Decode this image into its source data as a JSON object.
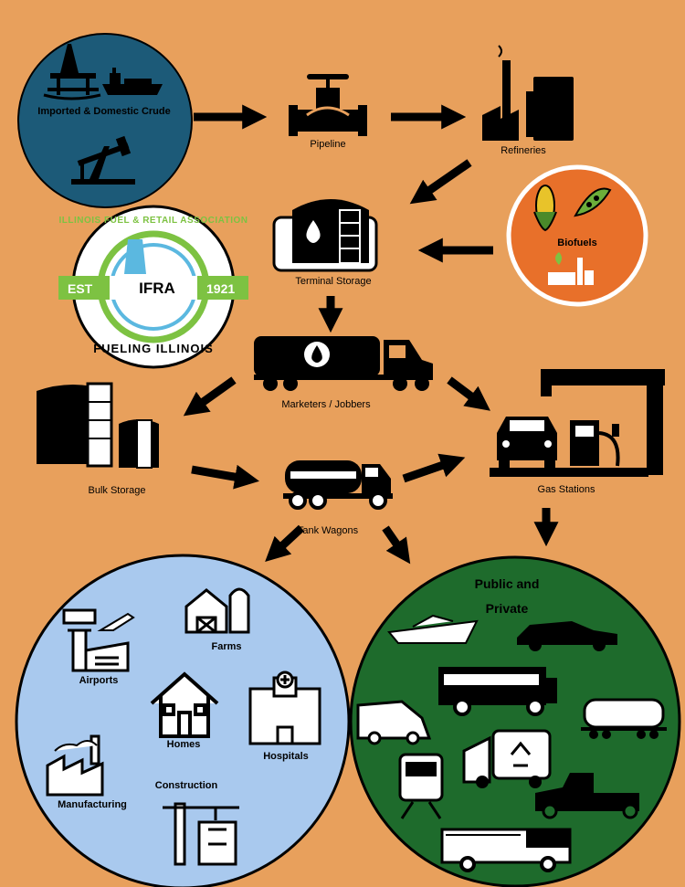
{
  "colors": {
    "background": "#e8a05c",
    "crude_circle": "#1c5a78",
    "biofuels_circle": "#e8702a",
    "end_users_blue": "#a9c9ee",
    "end_users_green": "#1e6b2c",
    "logo_green": "#7dc242",
    "logo_blue": "#5bb8e0"
  },
  "nodes": {
    "crude": "Imported & Domestic Crude",
    "pipeline": "Pipeline",
    "refineries": "Refineries",
    "biofuels": "Biofuels",
    "terminal": "Terminal Storage",
    "marketers": "Marketers / Jobbers",
    "bulk": "Bulk Storage",
    "tank_wagons": "Tank Wagons",
    "gas_stations": "Gas Stations"
  },
  "logo": {
    "top_text": "ILLINOIS FUEL & RETAIL ASSOCIATION",
    "bottom_text": "FUELING ILLINOIS",
    "est_label": "EST",
    "year": "1921",
    "mark": "IFRA"
  },
  "blue_circle": {
    "airports": "Airports",
    "farms": "Farms",
    "homes": "Homes",
    "hospitals": "Hospitals",
    "manufacturing": "Manufacturing",
    "construction": "Construction"
  },
  "green_circle": {
    "title_line1": "Public and",
    "title_line2": "Private"
  },
  "icons": [
    "oil-rig-icon",
    "tanker-ship-icon",
    "pumpjack-icon",
    "pipeline-valve-icon",
    "refinery-icon",
    "corn-icon",
    "pea-pod-icon",
    "plant-factory-icon",
    "storage-tank-icon",
    "tanker-truck-icon",
    "bulk-tank-icon",
    "tank-wagon-icon",
    "gas-station-icon",
    "car-icon",
    "fuel-pump-icon",
    "control-tower-icon",
    "airplane-icon",
    "hangar-icon",
    "barn-icon",
    "silo-icon",
    "house-icon",
    "hospital-icon",
    "factory-icon",
    "crane-icon",
    "boat-icon",
    "sedan-icon",
    "school-bus-icon",
    "van-icon",
    "rail-tank-car-icon",
    "recycling-truck-icon",
    "train-icon",
    "semi-truck-icon",
    "fire-truck-icon"
  ]
}
